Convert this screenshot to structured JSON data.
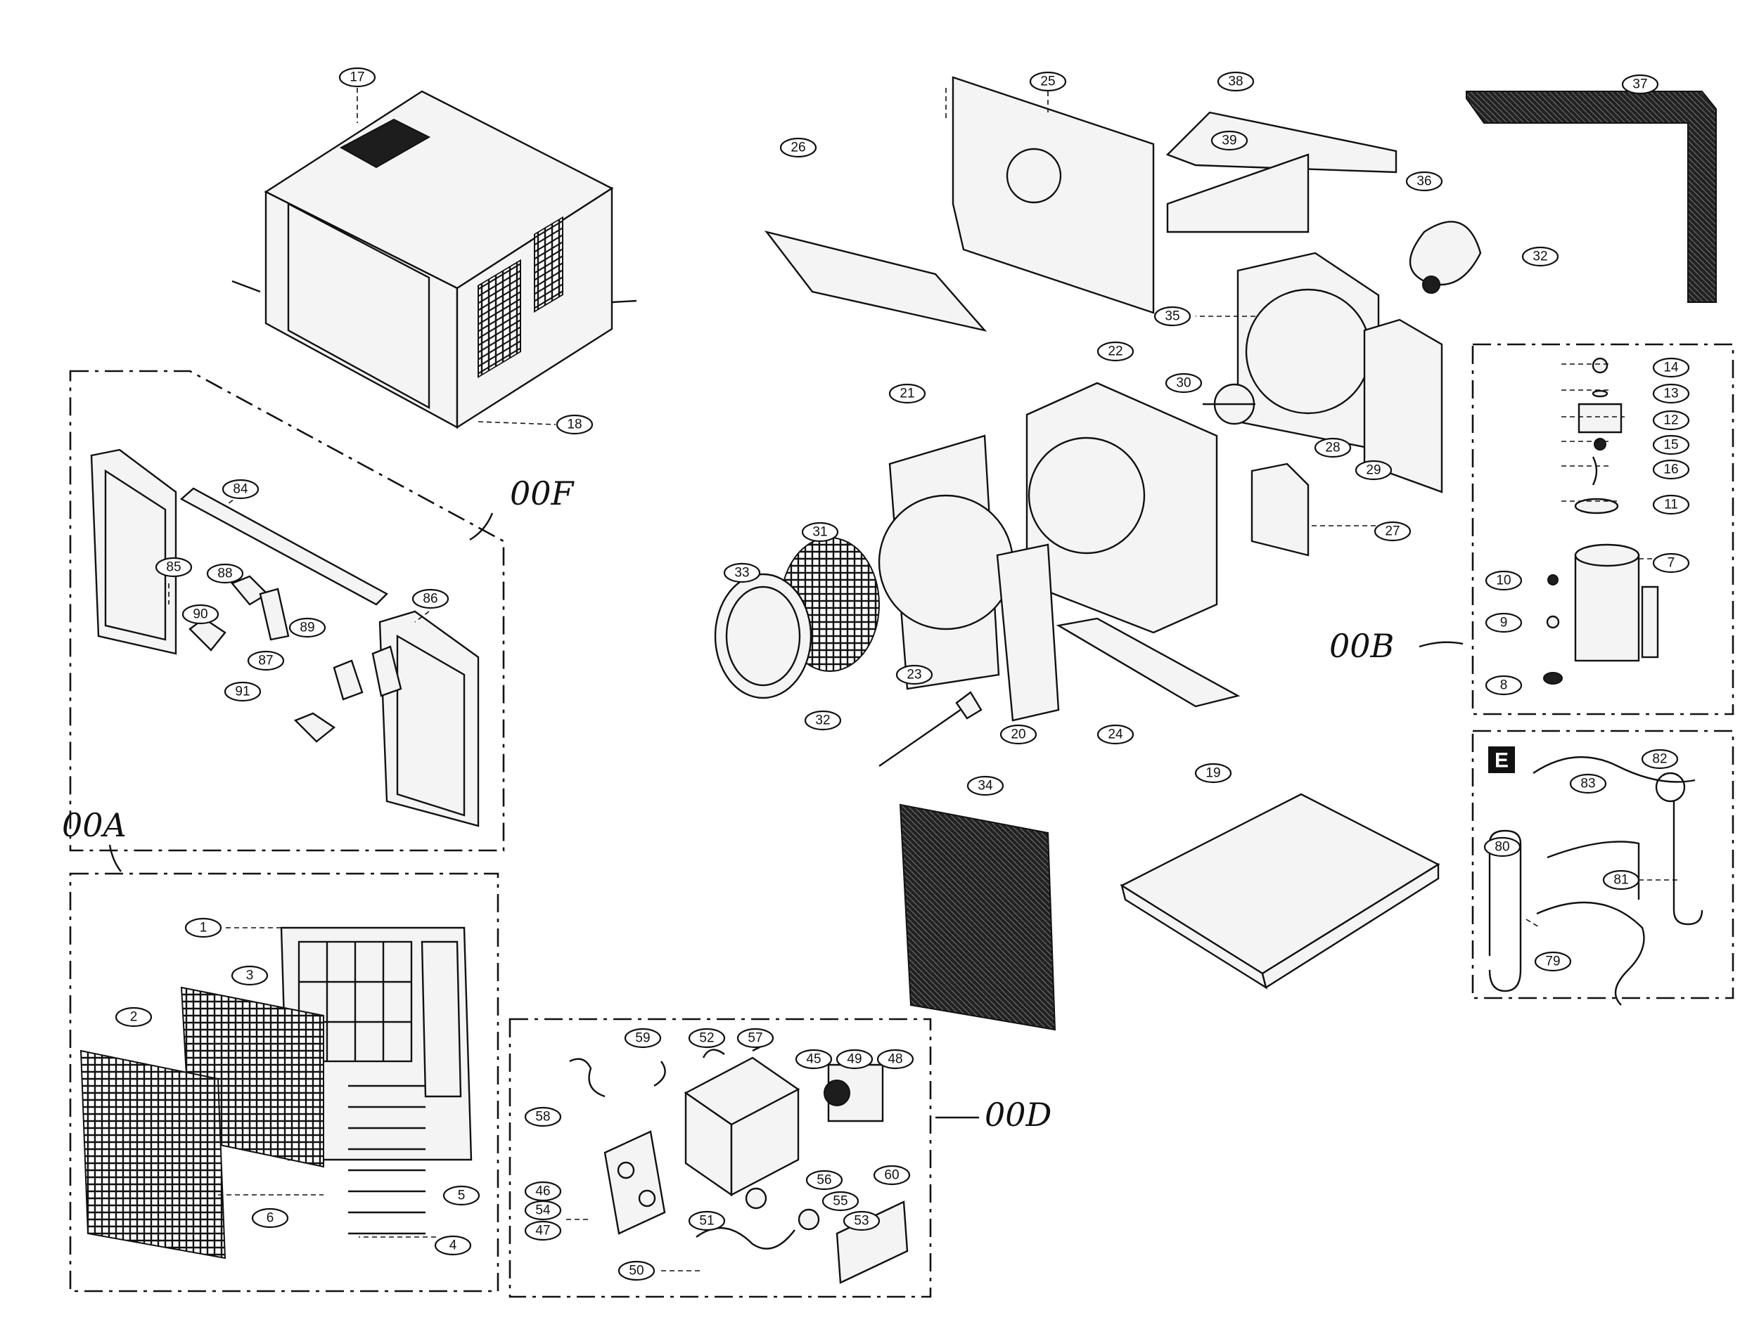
{
  "groups": [
    {
      "id": "00A",
      "label": "00A"
    },
    {
      "id": "00B",
      "label": "00B"
    },
    {
      "id": "00D",
      "label": "00D"
    },
    {
      "id": "00F",
      "label": "00F"
    }
  ],
  "section_badge": "E",
  "callouts": {
    "p17": "17",
    "p18": "18",
    "p84": "84",
    "p85": "85",
    "p86": "86",
    "p87": "87",
    "p88": "88",
    "p89": "89",
    "p90": "90",
    "p91": "91",
    "p1": "1",
    "p2": "2",
    "p3": "3",
    "p4": "4",
    "p5": "5",
    "p6": "6",
    "p59": "59",
    "p52": "52",
    "p57": "57",
    "p45": "45",
    "p49": "49",
    "p48": "48",
    "p58": "58",
    "p46": "46",
    "p54": "54",
    "p47": "47",
    "p56": "56",
    "p55": "55",
    "p53": "53",
    "p51": "51",
    "p50": "50",
    "p60": "60",
    "p26": "26",
    "p25": "25",
    "p21": "21",
    "p22": "22",
    "p31": "31",
    "p33": "33",
    "p32a": "32",
    "p23": "23",
    "p20": "20",
    "p24": "24",
    "p34": "34",
    "p19": "19",
    "p38": "38",
    "p39": "39",
    "p37": "37",
    "p36": "36",
    "p32b": "32",
    "p35": "35",
    "p30": "30",
    "p28": "28",
    "p29": "29",
    "p27": "27",
    "p14": "14",
    "p13": "13",
    "p12": "12",
    "p15": "15",
    "p16": "16",
    "p11": "11",
    "p7": "7",
    "p10": "10",
    "p9": "9",
    "p8": "8",
    "p82": "82",
    "p83": "83",
    "p80": "80",
    "p81": "81",
    "p79": "79"
  }
}
